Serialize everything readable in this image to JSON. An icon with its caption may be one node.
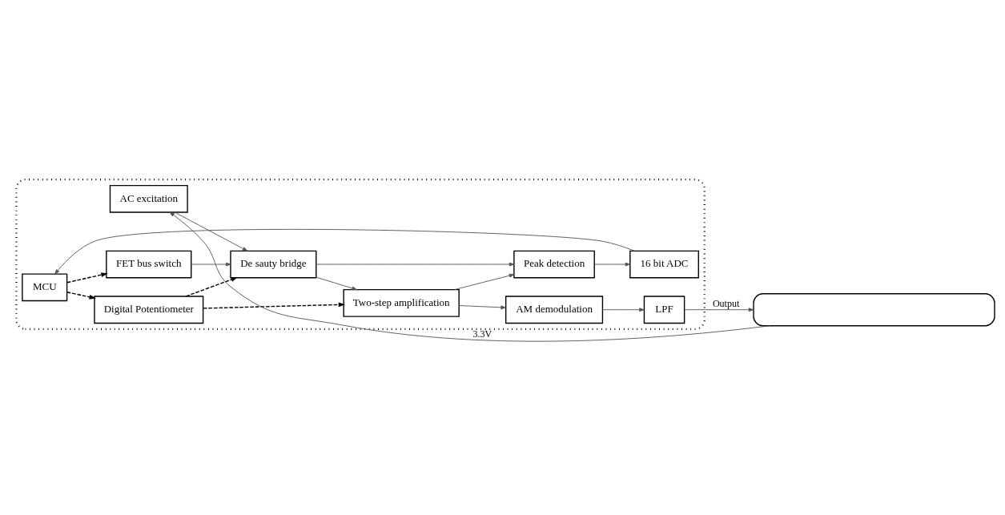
{
  "diagram": {
    "nodes": [
      {
        "text": [],
        "shape": "box"
      },
      {
        "text": [
          "FET bus switch"
        ],
        "in": 0
      },
      {
        "text": [
          "AC excitation"
        ],
        "in": 0
      },
      {
        "text": [
          "De sauty bridge"
        ],
        "in": 0
      },
      {
        "text": [
          "Two-step amplification"
        ],
        "in": 0
      },
      {
        "text": [
          "AM demodulation"
        ],
        "in": 0
      },
      {
        "text": [
          "LPF"
        ],
        "in": 0
      },
      {
        "text": [
          "Digital Potentiometer"
        ],
        "in": 0
      },
      {
        "text": [
          "Peak detection"
        ],
        "in": 0
      },
      {
        "text": [
          "MCU"
        ],
        "in": 0
      },
      {
        "text": [
          "16 bit ADC"
        ],
        "in": 0
      },
      {
        "text": [],
        "shape": "box"
      }
    ],
    "edges": [
      {
        "from": 11,
        "to": 2,
        "arrow": "to",
        "label": "3.3V"
      },
      {
        "from": 2,
        "to": 3,
        "arrow": "to"
      },
      {
        "from": 1,
        "to": 3,
        "arrow": "to"
      },
      {
        "from": 3,
        "to": 4,
        "arrow": "to"
      },
      {
        "from": 4,
        "to": 5,
        "arrow": "to"
      },
      {
        "from": 5,
        "to": 6,
        "arrow": "to"
      },
      {
        "from": 6,
        "to": 11,
        "arrow": "to",
        "label": "Output"
      },
      {
        "from": 3,
        "to": 8,
        "arrow": "to"
      },
      {
        "from": 4,
        "to": 8,
        "arrow": "to"
      },
      {
        "from": 8,
        "to": 10,
        "arrow": "to"
      },
      {
        "from": 10,
        "to": 9,
        "arrow": "to"
      },
      {
        "from": 9,
        "to": 1,
        "arrow": "to",
        "style": "dashed"
      },
      {
        "from": 9,
        "to": 7,
        "arrow": "to",
        "style": "dashed"
      },
      {
        "from": 7,
        "to": 3,
        "arrow": "to",
        "style": "dashed"
      },
      {
        "from": 7,
        "to": 4,
        "arrow": "to",
        "style": "dashed"
      }
    ]
  }
}
